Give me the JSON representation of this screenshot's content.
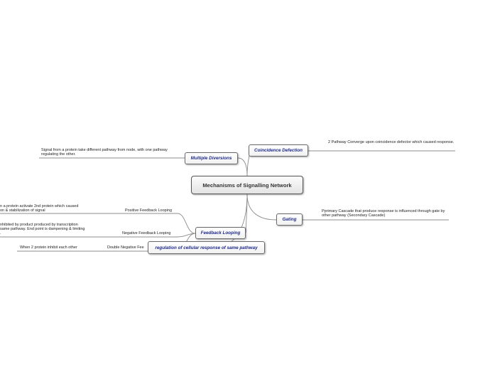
{
  "root": {
    "label": "Mechanisms of Signalling Network"
  },
  "branches": {
    "coincidence": {
      "label": "Coincidence Defection",
      "note": "2 Pathway Converge upon coincidence defector which caused response."
    },
    "diversions": {
      "label": "Multiple Diversions",
      "note": "Signal from a protein take different pathway from node, with one pathway regulating the other."
    },
    "gating": {
      "label": "Gating",
      "note": "Pprimary Cascade that produce response is influenced through gate by other pathway (Secondary Cascade)"
    },
    "feedback": {
      "label": "Feedback Looping",
      "children": {
        "positive": {
          "label": "Positive Feedback Looping",
          "note_line1": "n a protein activate 2nd protein which caused",
          "note_line2": "on & stabilization of signal"
        },
        "negative": {
          "label": "Negative Feedback Looping",
          "note_line1": "nhibited by product produced by transcription",
          "note_line2": "same pathway. End point is dampening & limiting",
          "note_line3": "."
        },
        "double_negative": {
          "label": "Double Negative Fee",
          "note": "When 2 protein inhibit each other"
        }
      }
    },
    "regulation": {
      "label": "regulation of cellular response of same pathway"
    }
  },
  "colors": {
    "line": "#8c8c8c",
    "branch_text": "#1e2a8a",
    "root_text": "#333333"
  }
}
